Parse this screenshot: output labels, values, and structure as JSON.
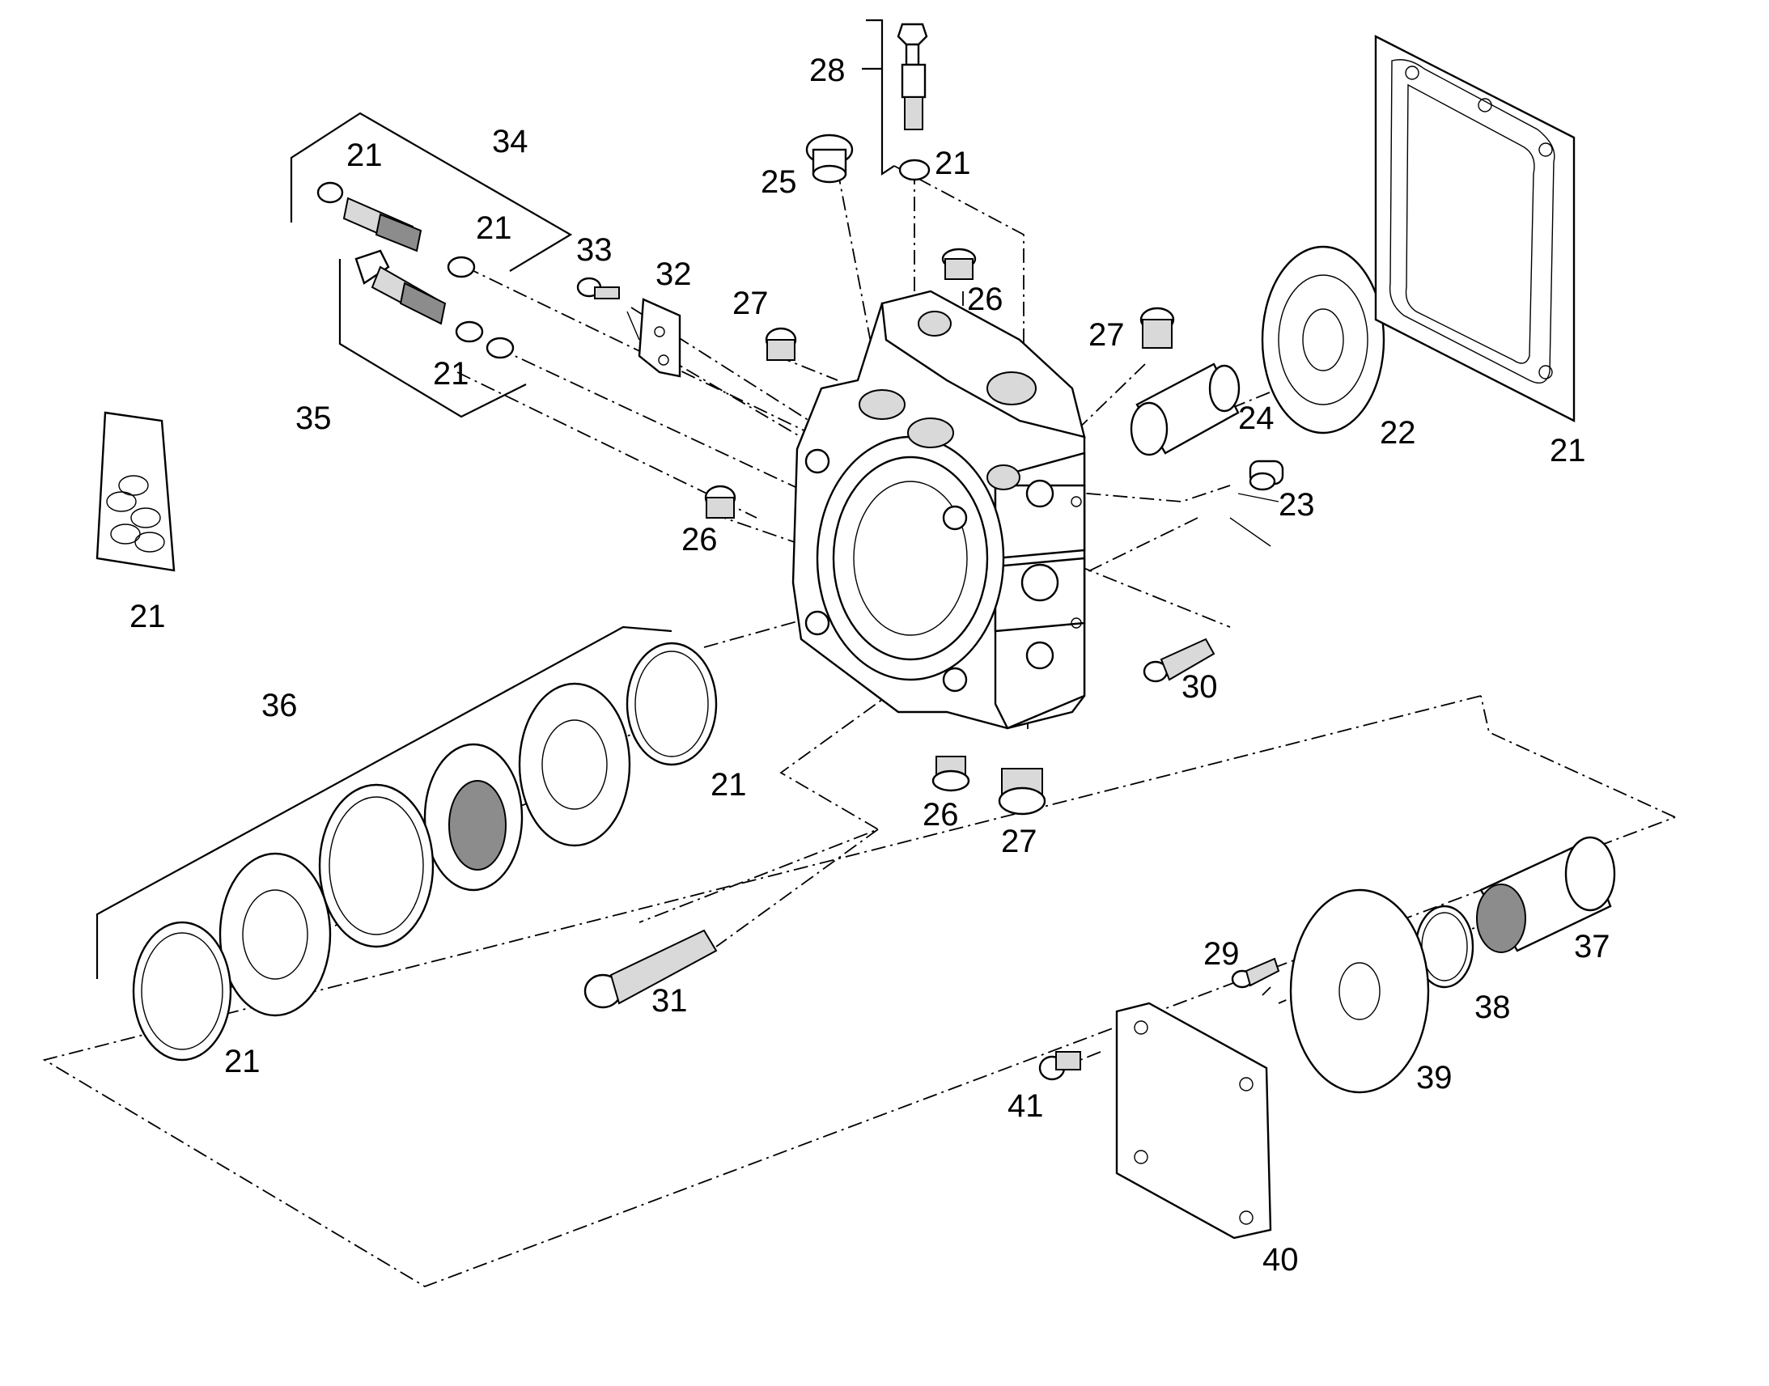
{
  "labels": {
    "l21_top_valve": "21",
    "l34": "34",
    "l21_valve_oring": "21",
    "l33": "33",
    "l32": "32",
    "l21_lower_orings": "21",
    "l35": "35",
    "l28": "28",
    "l21_cartridge": "21",
    "l25": "25",
    "l26_top": "26",
    "l27_left": "27",
    "l27_right": "27",
    "l24": "24",
    "l22": "22",
    "l21_gasket": "21",
    "l23": "23",
    "l26_left": "26",
    "l21_bag": "21",
    "l30": "30",
    "l36": "36",
    "l21_ring_right": "21",
    "l26_bottom": "26",
    "l27_bottom": "27",
    "l31": "31",
    "l21_ring_left": "21",
    "l29": "29",
    "l37": "37",
    "l38": "38",
    "l39": "39",
    "l41": "41",
    "l40": "40"
  }
}
